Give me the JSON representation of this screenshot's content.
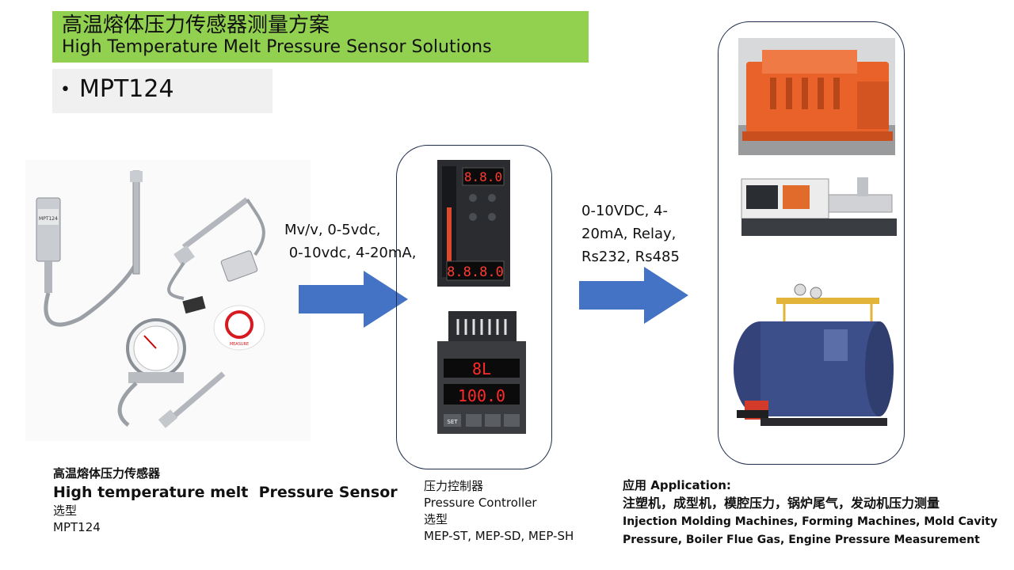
{
  "title": {
    "zh": "高温熔体压力传感器测量方案",
    "en": "High Temperature Melt Pressure Sensor Solutions"
  },
  "model": {
    "bullet": "•",
    "name": "MPT124"
  },
  "sensor_panel": {
    "label_print": "MPT124",
    "logo_text": "MEASURE"
  },
  "signal_in": {
    "line1": "Mv/v, 0-5vdc,",
    "line2": " 0-10vdc, 4-20mA,"
  },
  "signal_out": {
    "line1": "0-10VDC, 4-",
    "line2": "20mA, Relay,",
    "line3": "Rs232, Rs485"
  },
  "controller_display": {
    "top": "8.8.0",
    "bottom": "8.8.8.0",
    "pv": "8L",
    "sv": "100.0",
    "set_label": "SET"
  },
  "captions": {
    "sensor": {
      "zh": "高温熔体压力传感器",
      "en": "High temperature melt  Pressure Sensor",
      "select_zh": "选型",
      "model": "MPT124"
    },
    "controller": {
      "zh": "压力控制器",
      "en": "Pressure Controller",
      "select_zh": "选型",
      "models": "MEP-ST, MEP-SD, MEP-SH"
    },
    "application": {
      "heading": "应用 Application:",
      "zh": "注塑机，成型机，模腔压力，锅炉尾气，发动机压力测量",
      "en1": "Injection Molding Machines, Forming Machines, Mold Cavity",
      "en2": "Pressure, Boiler Flue Gas, Engine Pressure Measurement"
    }
  },
  "colors": {
    "title_bg": "#92d050",
    "arrow": "#4472c4",
    "panel_border": "#1f2d4d",
    "generator": "#e8622a",
    "boiler": "#3d4f8a"
  }
}
